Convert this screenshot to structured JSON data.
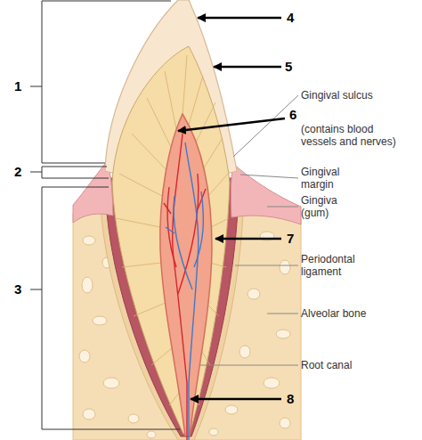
{
  "diagram": {
    "labels": [
      "4",
      "1",
      "5",
      "Gingival sulcus",
      "6",
      "(contains blood vessels and nerves)",
      "2",
      "Gingival margin",
      "Gingiva (gum)",
      "7",
      "Periodontal ligament",
      "3",
      "Alveolar bone",
      "Root canal",
      "8"
    ]
  }
}
